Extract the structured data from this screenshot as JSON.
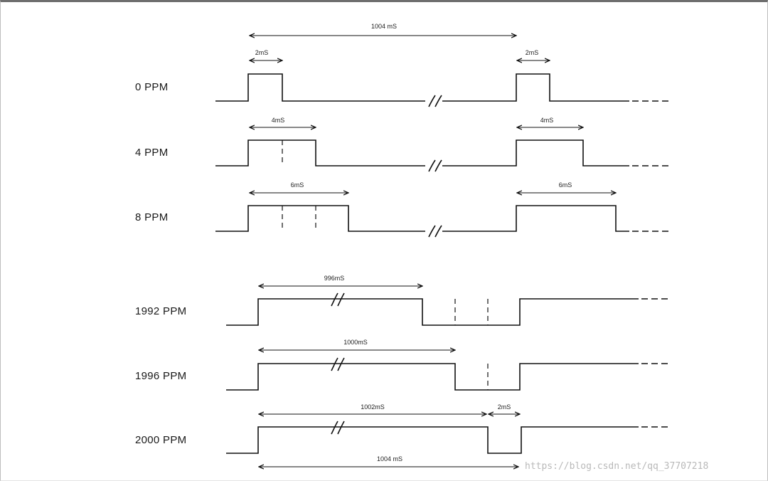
{
  "rows": [
    {
      "label": "0 PPM"
    },
    {
      "label": "4 PPM"
    },
    {
      "label": "8 PPM"
    },
    {
      "label": "1992 PPM"
    },
    {
      "label": "1996 PPM"
    },
    {
      "label": "2000 PPM"
    }
  ],
  "dimensions": {
    "period_top": "1004 mS",
    "r0_left": "2mS",
    "r0_right": "2mS",
    "r1_left": "4mS",
    "r1_right": "4mS",
    "r2_left": "6mS",
    "r2_right": "6mS",
    "r3": "996mS",
    "r4": "1000mS",
    "r5_high": "1002mS",
    "r5_low": "2mS",
    "period_bottom": "1004 mS"
  },
  "watermark": "https://blog.csdn.net/qq_37707218"
}
